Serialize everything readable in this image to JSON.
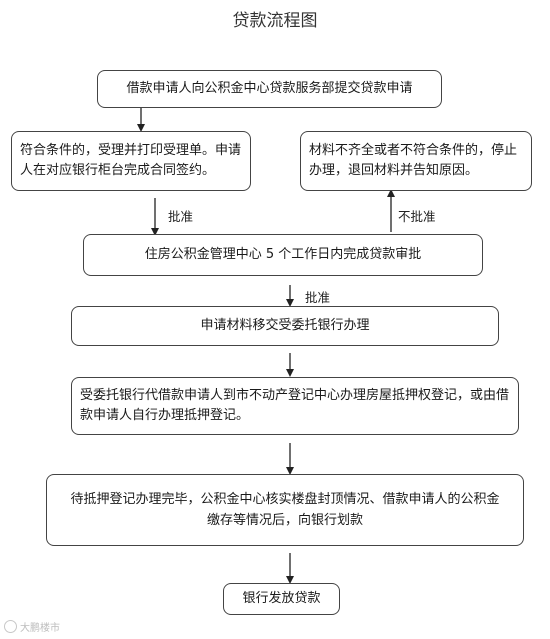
{
  "title": "贷款流程图",
  "nodes": {
    "apply": "借款申请人向公积金中心贷款服务部提交贷款申请",
    "accept": "符合条件的，受理并打印受理单。申请人在对应银行柜台完成合同签约。",
    "reject": "材料不齐全或者不符合条件的，停止办理，退回材料并告知原因。",
    "approve": "住房公积金管理中心 5 个工作日内完成贷款审批",
    "transfer": "申请材料移交受委托银行办理",
    "mortgage": "受委托银行代借款申请人到市不动产登记中心办理房屋抵押权登记，或由借款申请人自行办理抵押登记。",
    "verify_line1": "待抵押登记办理完毕，公积金中心核实楼盘封顶情况、借款申请人的公积金",
    "verify_line2": "缴存等情况后，向银行划款",
    "release": "银行发放贷款"
  },
  "edge_labels": {
    "approved_1": "批准",
    "not_approved": "不批准",
    "approved_2": "批准"
  },
  "watermark": "大鹏楼市"
}
